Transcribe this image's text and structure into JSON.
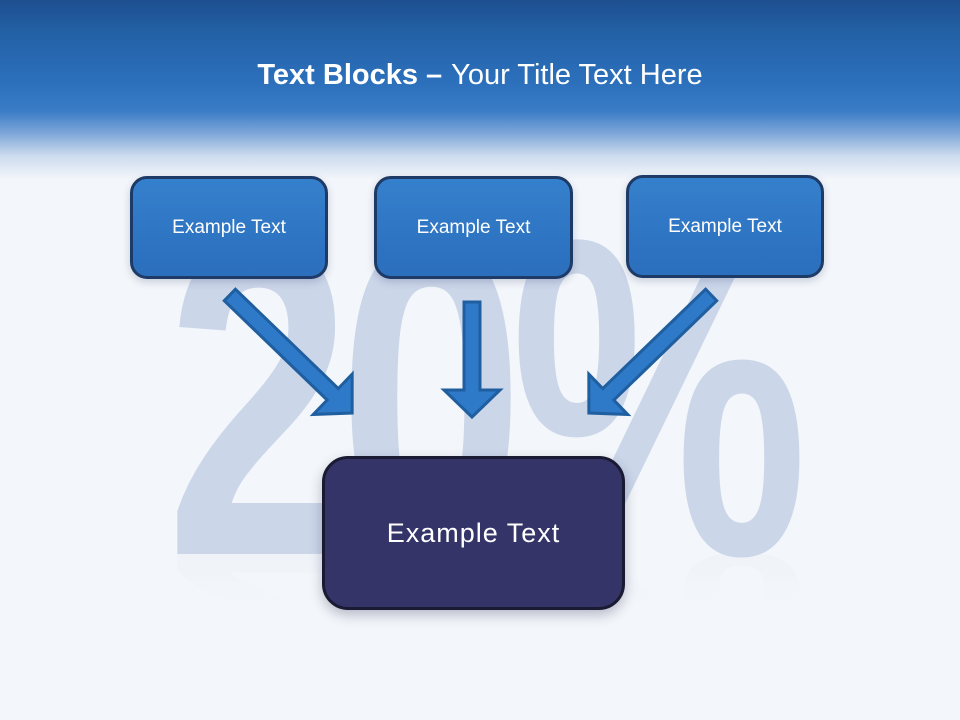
{
  "slide": {
    "title": {
      "bold": "Text Blocks –",
      "regular": "Your Title Text Here"
    },
    "watermark": "20%",
    "blocks": [
      {
        "label": "Example Text"
      },
      {
        "label": "Example Text"
      },
      {
        "label": "Example Text"
      }
    ],
    "result_block": {
      "label": "Example Text"
    },
    "arrows": [
      {
        "icon": "arrow-down-right-icon"
      },
      {
        "icon": "arrow-down-icon"
      },
      {
        "icon": "arrow-down-left-icon"
      }
    ],
    "colors": {
      "header_top": "#1d4f90",
      "header_mid": "#2e73c0",
      "block_fill": "#2e76c4",
      "block_border": "#1e3a66",
      "result_fill": "#343469",
      "result_border": "#1a1a33",
      "arrow_fill": "#2e79c8",
      "arrow_stroke": "#1f5fa0",
      "watermark": "#cbd6e9",
      "background": "#f3f6fa"
    }
  }
}
